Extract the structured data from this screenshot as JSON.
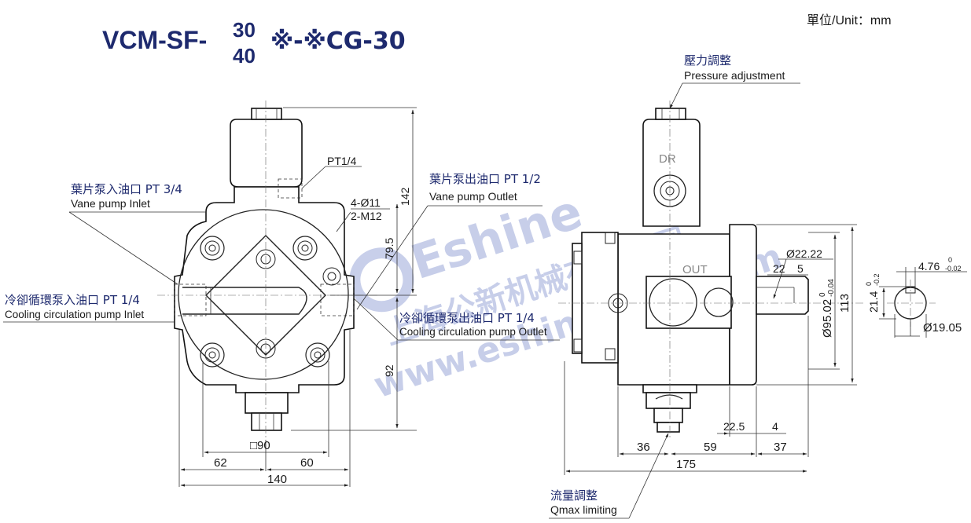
{
  "title": {
    "prefix": "VCM-SF-",
    "frac_top": "30",
    "frac_bottom": "40",
    "suffix": "※-※CG-30"
  },
  "unit": "單位/Unit：mm",
  "labels": {
    "pressure_zh": "壓力調整",
    "pressure_en": "Pressure adjustment",
    "inlet_zh": "葉片泵入油口 PT 3/4",
    "inlet_en": "Vane pump Inlet",
    "outlet_zh": "葉片泵出油口 PT 1/2",
    "outlet_en": "Vane pump Outlet",
    "cool_in_zh": "冷卻循環泵入油口 PT 1/4",
    "cool_in_en": "Cooling circulation pump Inlet",
    "cool_out_zh": "冷卻循環泵出油口 PT 1/4",
    "cool_out_en": "Cooling circulation pump Outlet",
    "flow_zh": "流量調整",
    "flow_en": "Qmax limiting",
    "pt14": "PT1/4",
    "holes": "4-Ø11",
    "threads": "2-M12",
    "dr": "DR",
    "out": "OUT"
  },
  "dimensions": {
    "d142": "142",
    "d79_5": "79.5",
    "d92": "92",
    "sq90": "□90",
    "d62": "62",
    "d60": "60",
    "d140": "140",
    "d22_22": "Ø22.22",
    "d22_5a": "22",
    "d5": "5",
    "d95": "Ø95.02",
    "d95_tol_top": "0",
    "d95_tol_bot": "-0.04",
    "d113": "113",
    "d4_76": "4.76",
    "d4_76_tol_top": "0",
    "d4_76_tol_bot": "-0.02",
    "d21_4": "21.4",
    "d21_4_tol_top": "0",
    "d21_4_tol_bot": "-0.2",
    "d19_05": "Ø19.05",
    "d22_5": "22.5",
    "d4": "4",
    "d36": "36",
    "d59": "59",
    "d37": "37",
    "d175": "175"
  },
  "watermark": {
    "brand": "Eshine",
    "company": "上海公新机械有限公司",
    "url": "www.eshinebeng.com"
  },
  "colors": {
    "title": "#1e2a6e",
    "watermark": "#9aa7d8"
  }
}
